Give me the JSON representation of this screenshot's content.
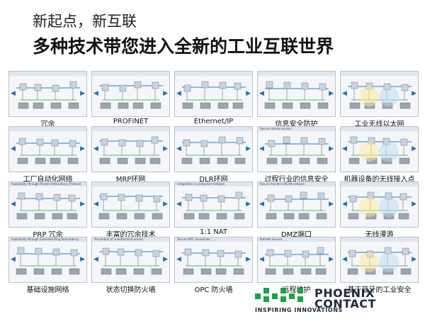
{
  "header": {
    "line1": "新起点，新互联",
    "line2": "多种技术带您进入全新的工业互联世界"
  },
  "thumbnails": [
    {
      "caption": "冗余",
      "header_text": ""
    },
    {
      "caption": "PROFINET",
      "header_text": ""
    },
    {
      "caption": "Ethernet/IP",
      "header_text": ""
    },
    {
      "caption": "信息安全防护",
      "header_text": ""
    },
    {
      "caption": "工业无线以太网",
      "header_text": ""
    },
    {
      "caption": "工厂自动化网络",
      "header_text": ""
    },
    {
      "caption": "MRP环网",
      "header_text": ""
    },
    {
      "caption": "DLR环网",
      "header_text": ""
    },
    {
      "caption": "过程行业的信息安全",
      "header_text": "Secure remote access"
    },
    {
      "caption": "机器设备的无线接入点",
      "header_text": ""
    },
    {
      "caption": "PRP 冗余",
      "header_text": "Availability through Parallel Redundancy Protocol"
    },
    {
      "caption": "丰富的冗余技术",
      "header_text": ""
    },
    {
      "caption": "1:1 NAT",
      "header_text": "Integration in production network"
    },
    {
      "caption": "DMZ端口",
      "header_text": "Secure machine WLAN network"
    },
    {
      "caption": "无线漫游",
      "header_text": ""
    },
    {
      "caption": "基础设施网络",
      "header_text": "Availability through Extended Ring Redundancy"
    },
    {
      "caption": "状态切换防火墙",
      "header_text": "Prevention of unauthorized access"
    },
    {
      "caption": "OPC 防火墙",
      "header_text": "Secure OPC connection"
    },
    {
      "caption": "远程维护",
      "header_text": "Remote Service"
    },
    {
      "caption": "基于蓝牙的工业安全",
      "header_text": ""
    }
  ],
  "logo": {
    "brand_line1": "PHOENIX",
    "brand_line2": "CONTACT",
    "slogan": "INSPIRING INNOVATIONS",
    "color": "#1aa34a"
  },
  "colors": {
    "thumb_border": "#b9c2cc",
    "accent_blue": "#1f6fb8"
  }
}
